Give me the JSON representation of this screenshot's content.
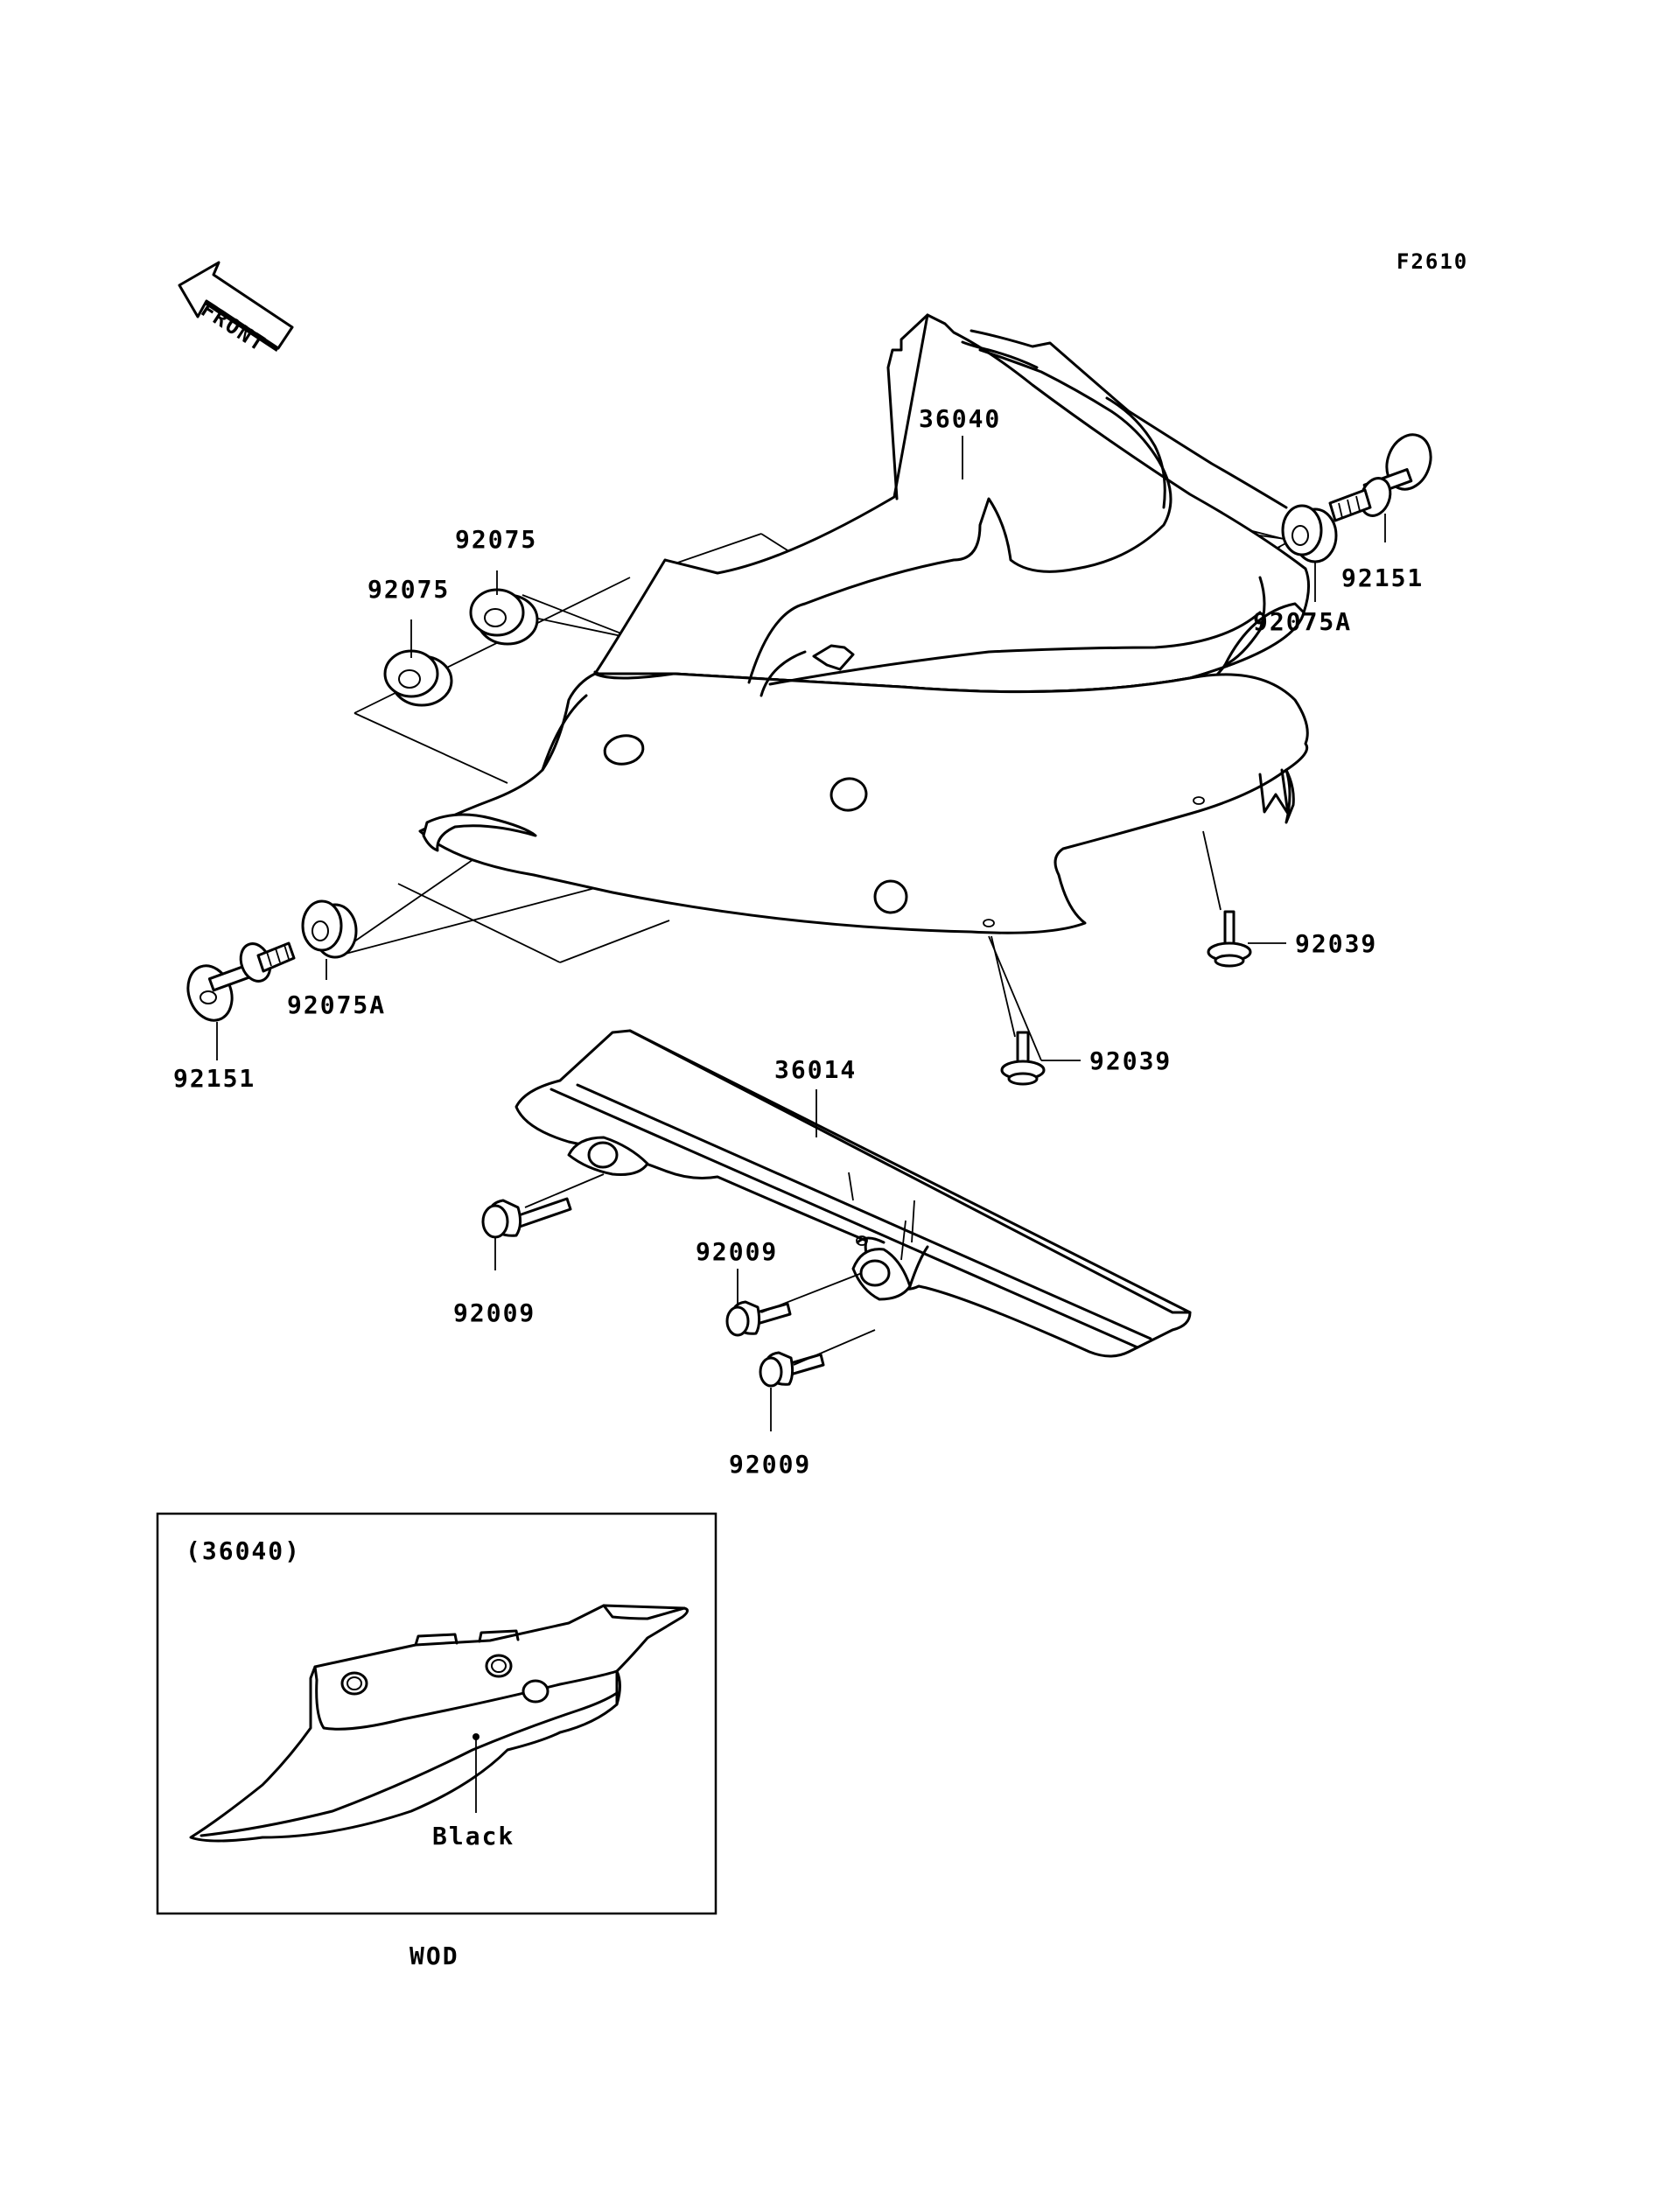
{
  "figure_code": "F2610",
  "front_arrow_label": "FRONT",
  "callouts": {
    "seat_cover": "36040",
    "grommet_upper_left": "92075",
    "grommet_left": "92075",
    "grommet_right": "92075A",
    "grommet_lower_left": "92075A",
    "bolt_right": "92151",
    "bolt_left": "92151",
    "rivet_right": "92039",
    "rivet_center": "92039",
    "chain_cover": "36014",
    "bolt_chain_left": "92009",
    "bolt_chain_mid": "92009",
    "bolt_chain_low": "92009"
  },
  "inset": {
    "part_ref": "(36040)",
    "color_note": "Black",
    "model_code": "WOD"
  }
}
